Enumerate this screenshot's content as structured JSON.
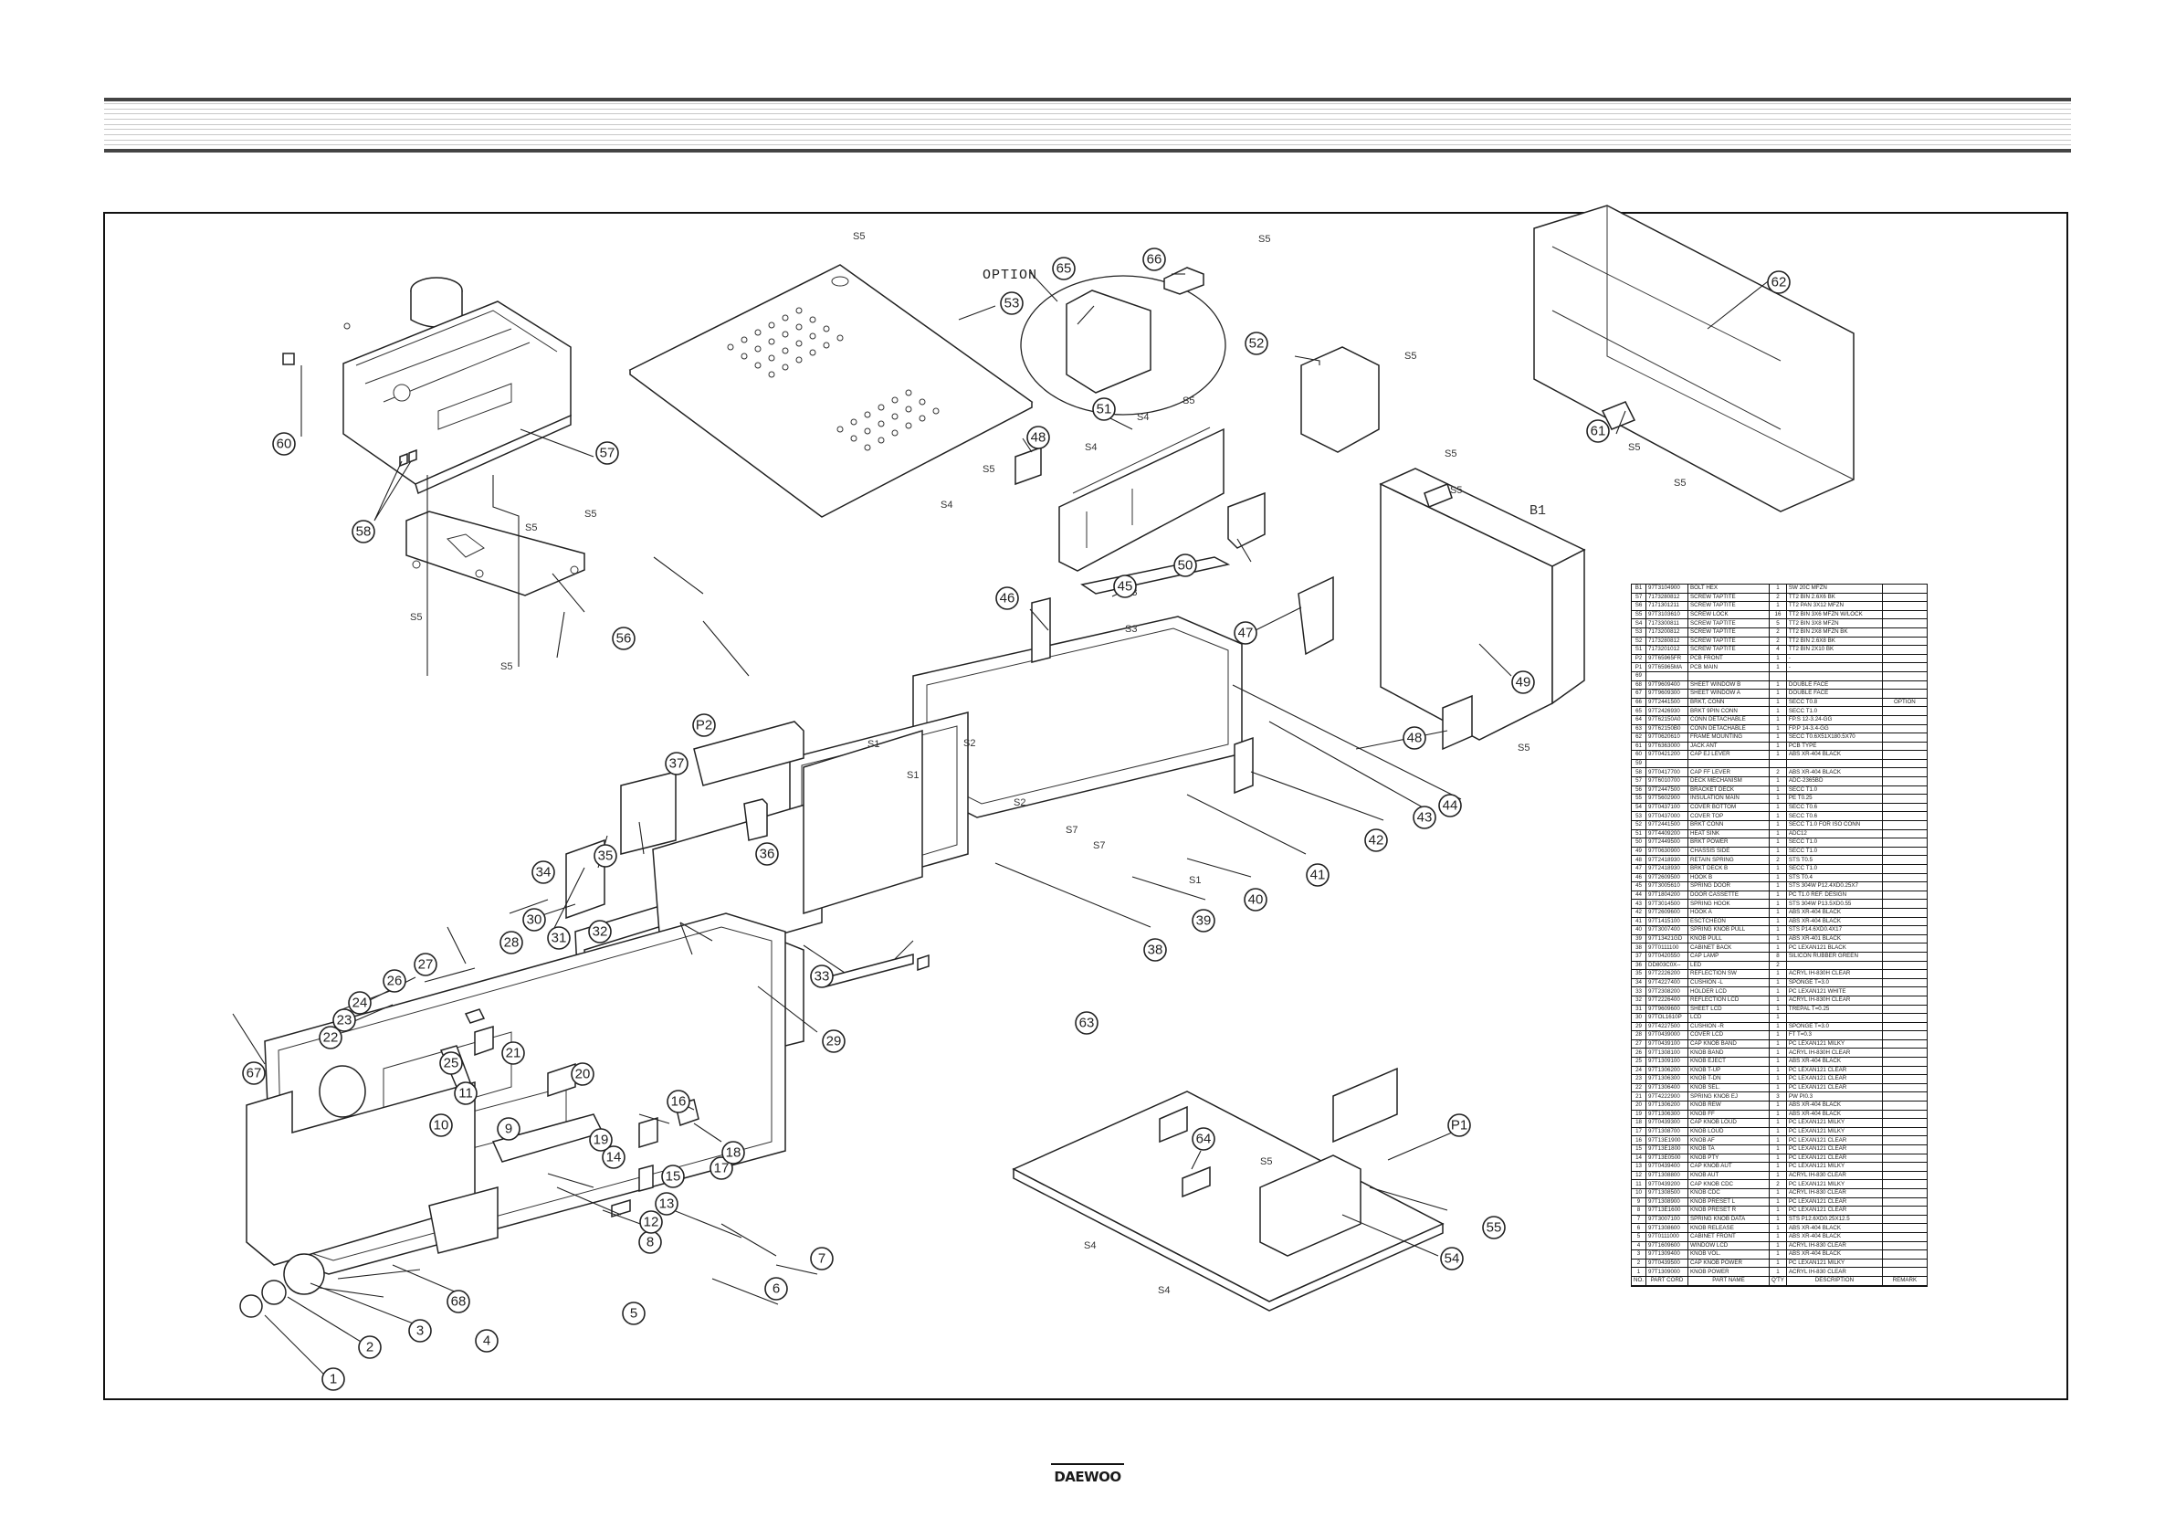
{
  "document": {
    "type": "Exploded view parts diagram",
    "brand": "DAEWOO",
    "option_label": "OPTION"
  },
  "callouts": [
    "1",
    "2",
    "3",
    "4",
    "5",
    "6",
    "7",
    "8",
    "9",
    "10",
    "11",
    "12",
    "13",
    "14",
    "15",
    "16",
    "17",
    "18",
    "19",
    "20",
    "21",
    "22",
    "23",
    "24",
    "25",
    "26",
    "27",
    "28",
    "29",
    "30",
    "31",
    "32",
    "33",
    "34",
    "35",
    "36",
    "37",
    "38",
    "39",
    "40",
    "41",
    "42",
    "43",
    "44",
    "45",
    "46",
    "47",
    "48",
    "48",
    "49",
    "50",
    "51",
    "52",
    "53",
    "54",
    "55",
    "56",
    "57",
    "58",
    "60",
    "61",
    "62",
    "63",
    "64",
    "65",
    "66",
    "67",
    "68",
    "P1",
    "P2"
  ],
  "screw_labels": {
    "s1": "S1",
    "s2": "S2",
    "s3": "S3",
    "s4": "S4",
    "s5": "S5",
    "s7": "S7",
    "b1": "B1"
  },
  "parts_table": {
    "headers": [
      "NO.",
      "PART CORD",
      "PART NAME",
      "Q'TY",
      "DESCRIPTION",
      "REMARK"
    ],
    "rows": [
      [
        "B1",
        "97T3104900",
        "BOLT  HEX",
        "1",
        "SW 20C MFZN",
        ""
      ],
      [
        "S7",
        "7173280812",
        "SCREW  TAPTITE",
        "2",
        "TT2  BIN  2.6X6  BK",
        ""
      ],
      [
        "S6",
        "7171301211",
        "SCREW  TAPTITE",
        "1",
        "TT2  PAN  3X12 MFZN",
        ""
      ],
      [
        "S5",
        "97T3103610",
        "SCREW  LOCK",
        "16",
        "TT2  BIN  3X6 MFZN W/LOCK",
        ""
      ],
      [
        "S4",
        "7173300811",
        "SCREW  TAPTITE",
        "5",
        "TT2  BIN  3X8 MFZN",
        ""
      ],
      [
        "S3",
        "7173200812",
        "SCREW  TAPTITE",
        "2",
        "TT2  BIN  2X8 MFZN  BK",
        ""
      ],
      [
        "S2",
        "7173280812",
        "SCREW  TAPTITE",
        "2",
        "TT2  BIN  2.6X8  BK",
        ""
      ],
      [
        "S1",
        "7173201012",
        "SCREW  TAPTITE",
        "4",
        "TT2  BIN  2X10  BK",
        ""
      ],
      [
        "P2",
        "97T65965FR",
        "PCB  FRONT",
        "1",
        "-",
        ""
      ],
      [
        "P1",
        "97T65965MA",
        "PCB  MAIN",
        "1",
        "-",
        ""
      ],
      [
        "69",
        "",
        "",
        "",
        "",
        ""
      ],
      [
        "68",
        "97T9609400",
        "SHEET WINDOW B",
        "1",
        "DOUBLE FACE",
        ""
      ],
      [
        "67",
        "97T9609300",
        "SHEET WINDOW A",
        "1",
        "DOUBLE FACE",
        ""
      ],
      [
        "66",
        "97T2441500",
        "BRKT, CONN",
        "1",
        "SECC  T0.8",
        "OPTION"
      ],
      [
        "65",
        "97T2426930",
        "BRKT 9PIN CONN",
        "1",
        "SECC  T1.0",
        ""
      ],
      [
        "64",
        "97T62150A0",
        "CONN  DETACHABLE",
        "1",
        "FP.S 12-3.24-GG",
        ""
      ],
      [
        "63",
        "97T62150B0",
        "CONN  DETACHABLE",
        "1",
        "FP.P 14-3.4-GG",
        ""
      ],
      [
        "62",
        "97T0620610",
        "FRAME  MOUNTING",
        "1",
        "SECC T0.6X51X180.5X70",
        ""
      ],
      [
        "61",
        "97T6363000",
        "JACK  ANT",
        "1",
        "PCB  TYPE",
        ""
      ],
      [
        "60",
        "97T0421200",
        "CAP  EJ  LEVER",
        "1",
        "ABS XR-404  BLACK",
        ""
      ],
      [
        "59",
        "",
        "",
        "",
        "",
        ""
      ],
      [
        "58",
        "97T0417700",
        "CAP  FF  LEVER",
        "2",
        "ABS XR-404  BLACK",
        ""
      ],
      [
        "57",
        "97T6010700",
        "DECK  MECHANISM",
        "1",
        "ADC-2365BD",
        ""
      ],
      [
        "56",
        "97T2447500",
        "BRACKET DECK",
        "1",
        "SECC  T1.0",
        ""
      ],
      [
        "55",
        "97T5602900",
        "INSULATION MAIN",
        "1",
        "PE T0.25",
        ""
      ],
      [
        "54",
        "97T0437100",
        "COVER  BOTTOM",
        "1",
        "SECC  T0.6",
        ""
      ],
      [
        "53",
        "97T0437000",
        "COVER  TOP",
        "1",
        "SECC  T0.6",
        ""
      ],
      [
        "52",
        "97T2441500",
        "BRKT  CONN",
        "1",
        "SECC  T1.0  FOR ISO CONN",
        ""
      ],
      [
        "51",
        "97T4409200",
        "HEAT  SINK",
        "1",
        "ADC12",
        ""
      ],
      [
        "50",
        "97T2449500",
        "BRKT  POWER",
        "1",
        "SECC  T1.0",
        ""
      ],
      [
        "49",
        "97T0630900",
        "CHASSIS SIDE",
        "1",
        "SECC  T1.0",
        ""
      ],
      [
        "48",
        "97T2418930",
        "RETAIN SPRING",
        "2",
        "STS  T0.5",
        ""
      ],
      [
        "47",
        "97T2418930",
        "BRKT  DECK  B",
        "1",
        "SECC  T1.0",
        ""
      ],
      [
        "46",
        "97T2609500",
        "HOOK  B",
        "1",
        "STS  T0.4",
        ""
      ],
      [
        "45",
        "97T3005610",
        "SPRING  DOOR",
        "1",
        "STS 304W P12.4XD0.25X7",
        ""
      ],
      [
        "44",
        "97T1804200",
        "DOOR  CASSETTE",
        "1",
        "PC  T1.0  REF. DESIGN",
        ""
      ],
      [
        "43",
        "97T3014500",
        "SPRING  HOOK",
        "1",
        "STS 304W P13.5XD0.55",
        ""
      ],
      [
        "42",
        "97T2609600",
        "HOOK  A",
        "1",
        "ABS  XR-404  BLACK",
        ""
      ],
      [
        "41",
        "97T1415100",
        "ESCTCHEON",
        "1",
        "ABS  XR-404  BLACK",
        ""
      ],
      [
        "40",
        "97T3007400",
        "SPRING KNOB PULL",
        "1",
        "STS P14.6XD0.4X17",
        ""
      ],
      [
        "39",
        "97T13421GD",
        "KNOB  PULL",
        "1",
        "ABS  XR-401  BLACK",
        ""
      ],
      [
        "38",
        "97T0111100",
        "CABINET  BACK",
        "1",
        "PC LEXAN121 BLACK",
        ""
      ],
      [
        "37",
        "97T0420550",
        "CAP  LAMP",
        "8",
        "SILICON RUBBER GREEN",
        ""
      ],
      [
        "36",
        "DD803C0X--",
        "LED",
        "2",
        "",
        ""
      ],
      [
        "35",
        "97T2226200",
        "REFLECTION SW",
        "1",
        "ACRYL  IH-830H CLEAR",
        ""
      ],
      [
        "34",
        "97T4227400",
        "CUSHION -L",
        "1",
        "SPONGE     T=3.0",
        ""
      ],
      [
        "33",
        "97T2308200",
        "HOLDER LCD",
        "1",
        "PC  LEXAN121  WHITE",
        ""
      ],
      [
        "32",
        "97T2226400",
        "REFLECTION LCD",
        "1",
        "ACRYL  IH-830H CLEAR",
        ""
      ],
      [
        "31",
        "97T9609600",
        "SHEET LCD",
        "1",
        "TREPAL  T=0.25",
        ""
      ],
      [
        "30",
        "97TOL1610P",
        "LCD",
        "1",
        "",
        ""
      ],
      [
        "29",
        "97T4227500",
        "CUSHION -R",
        "1",
        "SPONGE     T=3.0",
        ""
      ],
      [
        "28",
        "97T0439000",
        "COVER LCD",
        "1",
        "FT    T=0.3",
        ""
      ],
      [
        "27",
        "97T0439100",
        "CAP KNOB BAND",
        "1",
        "PC  LEXAN121  MILKY",
        ""
      ],
      [
        "26",
        "97T1308100",
        "KNOB BAND",
        "1",
        "ACRYL  IH-830H CLEAR",
        ""
      ],
      [
        "25",
        "97T1309100",
        "KNOB EJECT",
        "1",
        "ABS XR-404 BLACK",
        ""
      ],
      [
        "24",
        "97T1306200",
        "KNOB T-UP",
        "1",
        "PC  LEXAN121  CLEAR",
        ""
      ],
      [
        "23",
        "97T1306300",
        "KNOB T-DN",
        "1",
        "PC  LEXAN121  CLEAR",
        ""
      ],
      [
        "22",
        "97T1306400",
        "KNOB SEL.",
        "1",
        "PC  LEXAN121  CLEAR",
        ""
      ],
      [
        "21",
        "97T4222900",
        "SPRING KNOB EJ",
        "3",
        "PW  PI0.3",
        ""
      ],
      [
        "20",
        "97T1306200",
        "KNOB REW",
        "1",
        "ABS XR-404 BLACK",
        ""
      ],
      [
        "19",
        "97T1306300",
        "KNOB FF",
        "1",
        "ABS XR-404 BLACK",
        ""
      ],
      [
        "18",
        "97T0439300",
        "CAP KNOB LOUD",
        "1",
        "PC  LEXAN121  MILKY",
        ""
      ],
      [
        "17",
        "97T1308700",
        "KNOB LOUD",
        "1",
        "PC  LEXAN121  MILKY",
        ""
      ],
      [
        "16",
        "97T13E1900",
        "KNOB AF",
        "1",
        "PC  LEXAN121  CLEAR",
        ""
      ],
      [
        "15",
        "97T13E1800",
        "KNOB TA",
        "1",
        "PC  LEXAN121  CLEAR",
        ""
      ],
      [
        "14",
        "97T13E0500",
        "KNOB PTY",
        "1",
        "PC  LEXAN121  CLEAR",
        ""
      ],
      [
        "13",
        "97T0439400",
        "CAP KNOB AUT",
        "1",
        "PC  LEXAN121  MILKY",
        ""
      ],
      [
        "12",
        "97T1308800",
        "KNOB  AUT",
        "1",
        "ACRYL  IH-830 CLEAR",
        ""
      ],
      [
        "11",
        "97T0439200",
        "CAP KNOB CDC",
        "2",
        "PC  LEXAN121 MILKY",
        ""
      ],
      [
        "10",
        "97T1308500",
        "KNOB  CDC",
        "1",
        "ACRYL  IH-830 CLEAR",
        ""
      ],
      [
        "9",
        "97T1308900",
        "KNOB  PRESET L",
        "1",
        "PC  LEXAN121  CLEAR",
        ""
      ],
      [
        "8",
        "97T13E1600",
        "KNOB  PRESET R",
        "1",
        "PC  LEXAN121  CLEAR",
        ""
      ],
      [
        "7",
        "97T3007100",
        "SPRING KNOB DATA",
        "1",
        "STS P12.6XD0.25X12.5",
        ""
      ],
      [
        "6",
        "97T1308600",
        "KNOB  RELEASE",
        "1",
        "ABS XR-404 BLACK",
        ""
      ],
      [
        "5",
        "97T0111000",
        "CABINET FRONT",
        "1",
        "ABS XR-404 BLACK",
        ""
      ],
      [
        "4",
        "97T1609600",
        "WINDOW LCD",
        "1",
        "ACRYL  IH-830 CLEAR",
        ""
      ],
      [
        "3",
        "97T1309400",
        "KNOB VOL.",
        "1",
        "ABS XR-404 BLACK",
        ""
      ],
      [
        "2",
        "97T0439500",
        "CAP KNOB POWER",
        "1",
        "PC  LEXAN121  MILKY",
        ""
      ],
      [
        "1",
        "97T1309000",
        "KNOB POWER",
        "1",
        "ACRYL  IH-830 CLEAR",
        ""
      ]
    ]
  }
}
